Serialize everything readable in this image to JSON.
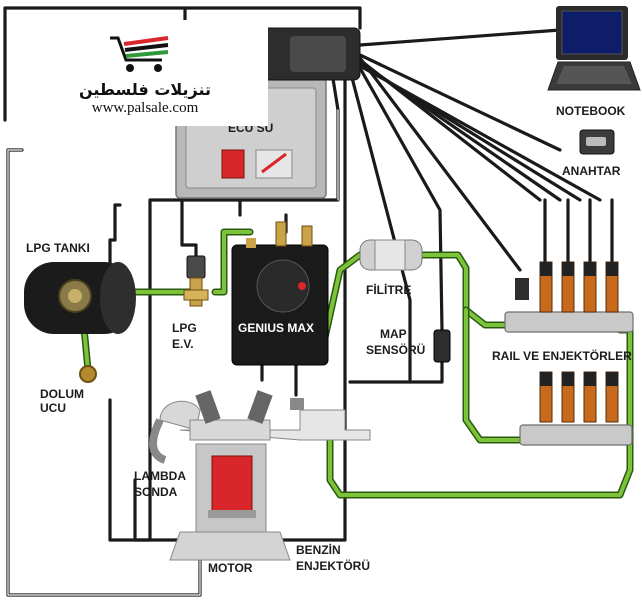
{
  "logo": {
    "arabic_name": "تنزيلات فلسطين",
    "url": "www.palsale.com"
  },
  "labels": {
    "ecu": "ECU SU",
    "notebook": "NOTEBOOK",
    "anahtar": "ANAHTAR",
    "lpg_tank": "LPG TANKI",
    "lpg_ev_1": "LPG",
    "lpg_ev_2": "E.V.",
    "genius_max": "GENIUS MAX",
    "filitre": "FİLİTRE",
    "map_1": "MAP",
    "map_2": "SENSÖRÜ",
    "rail": "RAIL VE ENJEKTÖRLER",
    "dolum_1": "DOLUM",
    "dolum_2": "UCU",
    "lambda_1": "LAMBDA",
    "lambda_2": "SONDA",
    "motor": "MOTOR",
    "benzin_1": "BENZİN",
    "benzin_2": "ENJEKTÖRÜ"
  },
  "colors": {
    "gas_line": "#7cc33a",
    "wire": "#1a1a1a",
    "injector_coil": "#c76a1c",
    "piston": "#d9262a",
    "logo_red": "#d9262a",
    "logo_green": "#2e9a3a"
  }
}
